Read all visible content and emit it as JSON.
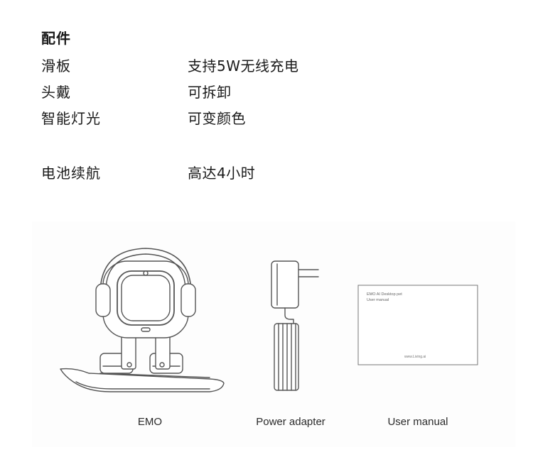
{
  "specs": {
    "title": "配件",
    "rows": [
      {
        "key": "滑板",
        "value": "支持5W无线充电"
      },
      {
        "key": "头戴",
        "value": "可拆卸"
      },
      {
        "key": "智能灯光",
        "value": "可变颜色"
      },
      {
        "key": "电池续航",
        "value": "高达4小时"
      }
    ]
  },
  "figure": {
    "items": [
      {
        "label": "EMO",
        "icon": "robot-icon"
      },
      {
        "label": "Power adapter",
        "icon": "power-adapter-icon"
      },
      {
        "label": "User manual",
        "icon": "manual-icon"
      }
    ],
    "manual_cover": {
      "title": "EMO AI Desktop pet",
      "subtitle": "User manual",
      "website": "www.Living.ai"
    }
  }
}
